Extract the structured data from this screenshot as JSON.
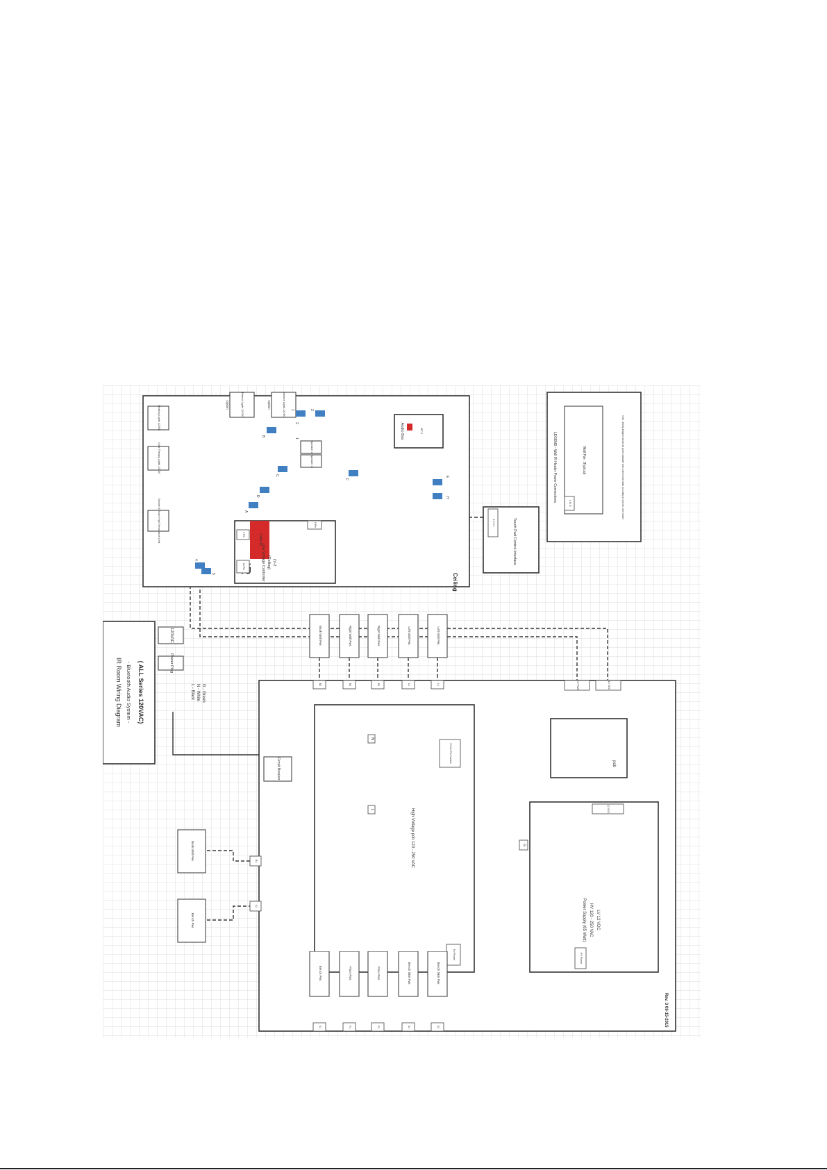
{
  "colors": {
    "grid": "#dcdcdc",
    "connector": "#3f7fc2",
    "highlight": "#d42a2a",
    "line": "#333333"
  },
  "title": {
    "line1": "IR Room Wiring Diagram",
    "line2": "- Bluetooth Audio System -",
    "line3": "( ALL Series 120VAC)"
  },
  "power": {
    "voltage": "120VAC",
    "plug": "Power Plug",
    "wire_legend": [
      "L - Black",
      "N - White",
      "G - Green"
    ]
  },
  "breaker": "Circuit Breaker",
  "hv_pcb": {
    "label": "High Voltage pcb 120 - 250 VAC",
    "control": "HV-LV Pin Control",
    "power": "HV Power",
    "term_l": "L",
    "term_n": "N",
    "term_g": "G"
  },
  "power_supply": {
    "label": "Power Supply (65 Watt)",
    "hv": "HV 120 - 250 VAC",
    "lv": "LV 12 VDC",
    "hv_power": "HV Power",
    "out": "12 VDC"
  },
  "pcb": "pcb",
  "pcb_terms": [
    "HV PWR",
    "12 VDC"
  ],
  "panels_top": [
    "Back Wall Pwr.",
    "Right Wall Pwr.",
    "Right Wall Pwr.",
    "Left Wall Pwr.",
    "Left Wall Pwr."
  ],
  "panels_top_terms": [
    "B2",
    "R2",
    "R1",
    "L2",
    "L1"
  ],
  "panels_bottom": [
    "Bench Pwr.",
    "Floor Pwr.",
    "Floor Pwr.",
    "Bench Skirt Pwr.",
    "Bench Skirt Pwr."
  ],
  "panels_bottom_terms": [
    "S1",
    "F1",
    "F2",
    "S4",
    "S3"
  ],
  "panels_left": [
    "Back Wall Pwr.",
    "Bench Pwr."
  ],
  "panels_left_terms": [
    "B1",
    "S2"
  ],
  "ceiling": {
    "label": "Ceiling",
    "controller": {
      "ir": "IR",
      "label": "Low Voltage Controller",
      "sub": "(Ceiling)",
      "model": "LV-2",
      "pin_labels": [
        "4 Pin",
        "12-Pin",
        "8 Pin",
        "Touch Pad"
      ],
      "red_label": "Color Lt"
    },
    "devices": [
      "Session & Room High Temperature Limit",
      "Color Therapy Lights 12VDC",
      "Reading Lights 12VDC"
    ],
    "speakers": [
      "Speaker 1",
      "Speaker 2"
    ],
    "speaker_nums": [
      "1",
      "2"
    ],
    "audio": {
      "label": "Audio Box",
      "model": "BT-2"
    }
  },
  "options": [
    {
      "tag": "Option",
      "label": "Exterior Lights 12VDC"
    },
    {
      "tag": "Option",
      "label": "Valance Lights 12VDC"
    }
  ],
  "touchpad": {
    "label": "Touch Pad Control Interface",
    "terms": "1 2 3 4"
  },
  "connector_letters": [
    "A",
    "D",
    "B",
    "C",
    "F",
    "E",
    "H",
    "4",
    "5",
    "1",
    "2"
  ],
  "legend": {
    "title": "LEGEND - Wall IR Heater Power Connections",
    "panel": "Wall Pwr. (Typical)",
    "pins": "L N G",
    "note": "Note - Wiring Diagram shows all power available with connections made according to specific room model"
  },
  "revision": "Rev. 3 09-15-2015"
}
